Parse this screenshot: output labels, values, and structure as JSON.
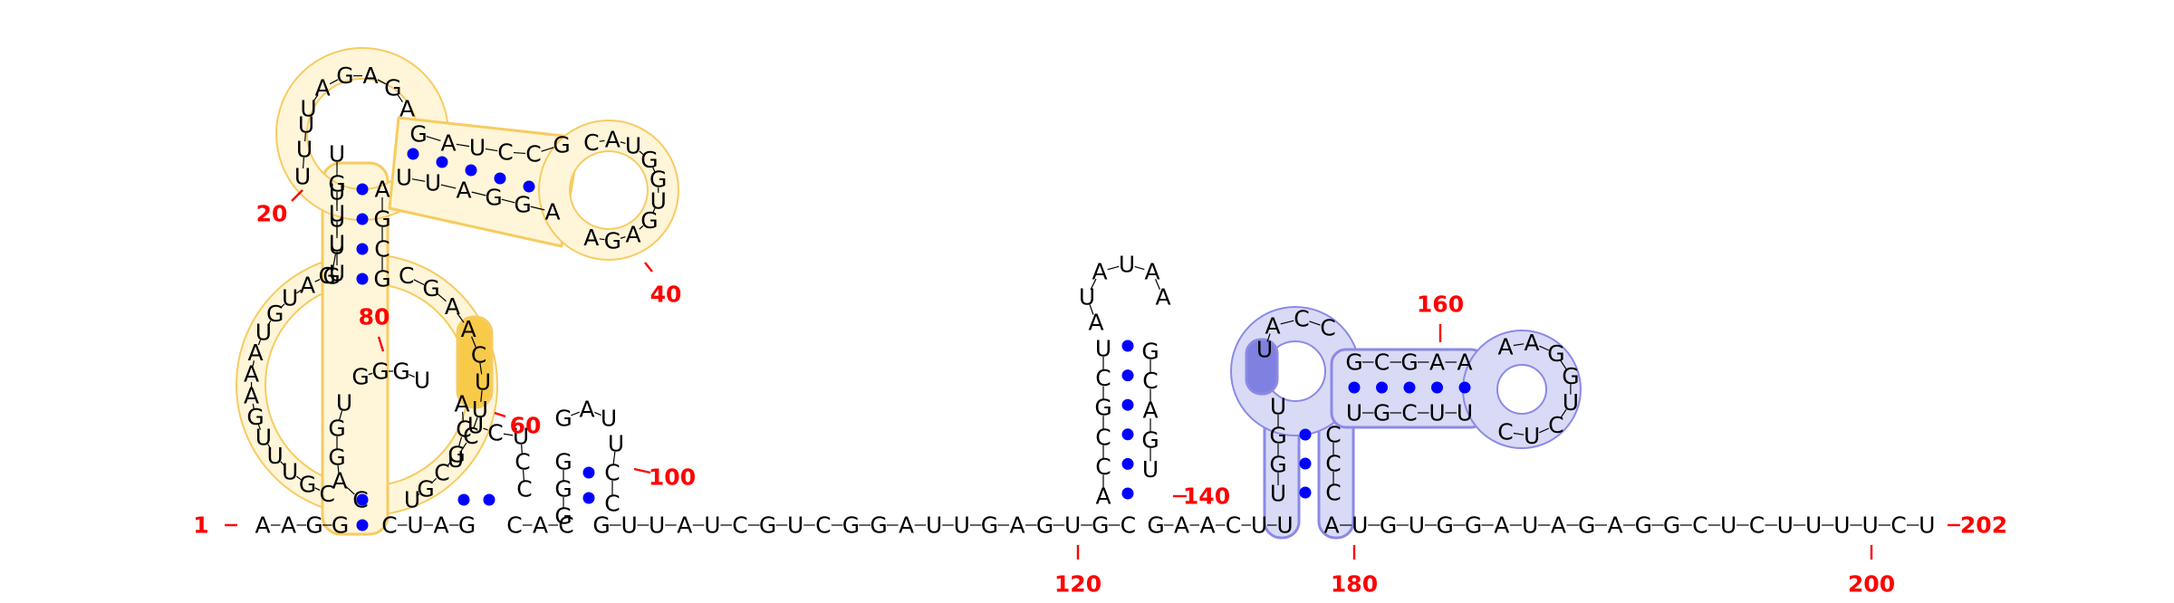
{
  "diagram": {
    "type": "rna-secondary-structure",
    "sequence_length": 202,
    "colors": {
      "nucleotide_text": "#000000",
      "base_pair_dot": "#0000ff",
      "position_number": "#ff0000",
      "yellow_highlight_fill": "#fff6d8",
      "yellow_highlight_stroke": "#f7c95a",
      "yellow_highlight_strong": "#f8c840",
      "blue_highlight_fill": "#d9daf5",
      "blue_highlight_stroke": "#8a8ae6",
      "blue_highlight_strong": "#8080e0"
    },
    "position_labels": [
      "1",
      "20",
      "40",
      "60",
      "80",
      "100",
      "120",
      "140",
      "160",
      "180",
      "200",
      "202"
    ],
    "sequence_runs": {
      "backbone_5prime": [
        "A",
        "A",
        "G",
        "G"
      ],
      "after_helix1": [
        "C",
        "U",
        "A",
        "G"
      ],
      "mid_run": [
        "C",
        "A",
        "C"
      ],
      "long_run": [
        "G",
        "U",
        "U",
        "A",
        "U",
        "C",
        "G",
        "U",
        "C",
        "G",
        "G",
        "A",
        "U",
        "U",
        "G",
        "A",
        "G",
        "U",
        "G",
        "C"
      ],
      "after_hp2": [
        "G",
        "A",
        "A",
        "C",
        "U",
        "U"
      ],
      "tail_3prime": [
        "A",
        "U",
        "G",
        "U",
        "G",
        "G",
        "A",
        "U",
        "A",
        "G",
        "A",
        "G",
        "G",
        "C",
        "U",
        "C",
        "U",
        "U",
        "U",
        "U",
        "C",
        "U"
      ],
      "hp2_left": [
        "U",
        "C",
        "G",
        "C",
        "C",
        "A"
      ],
      "hp2_right": [
        "G",
        "C",
        "A",
        "G",
        "U"
      ],
      "hp2_loop": [
        "A",
        "U",
        "A",
        "U",
        "A",
        "A"
      ],
      "hp3_left_up": [
        "U",
        "G",
        "G",
        "U"
      ],
      "hp3_right": [
        "C",
        "C",
        "C"
      ],
      "hp3_top": [
        "U",
        "A",
        "C",
        "C"
      ],
      "hp3_upper": [
        "G",
        "C",
        "G",
        "A",
        "A"
      ],
      "hp3_lower": [
        "U",
        "G",
        "C",
        "U",
        "U"
      ],
      "hp3_loop": [
        "A",
        "A",
        "G",
        "G",
        "U",
        "C",
        "U",
        "C"
      ]
    }
  }
}
